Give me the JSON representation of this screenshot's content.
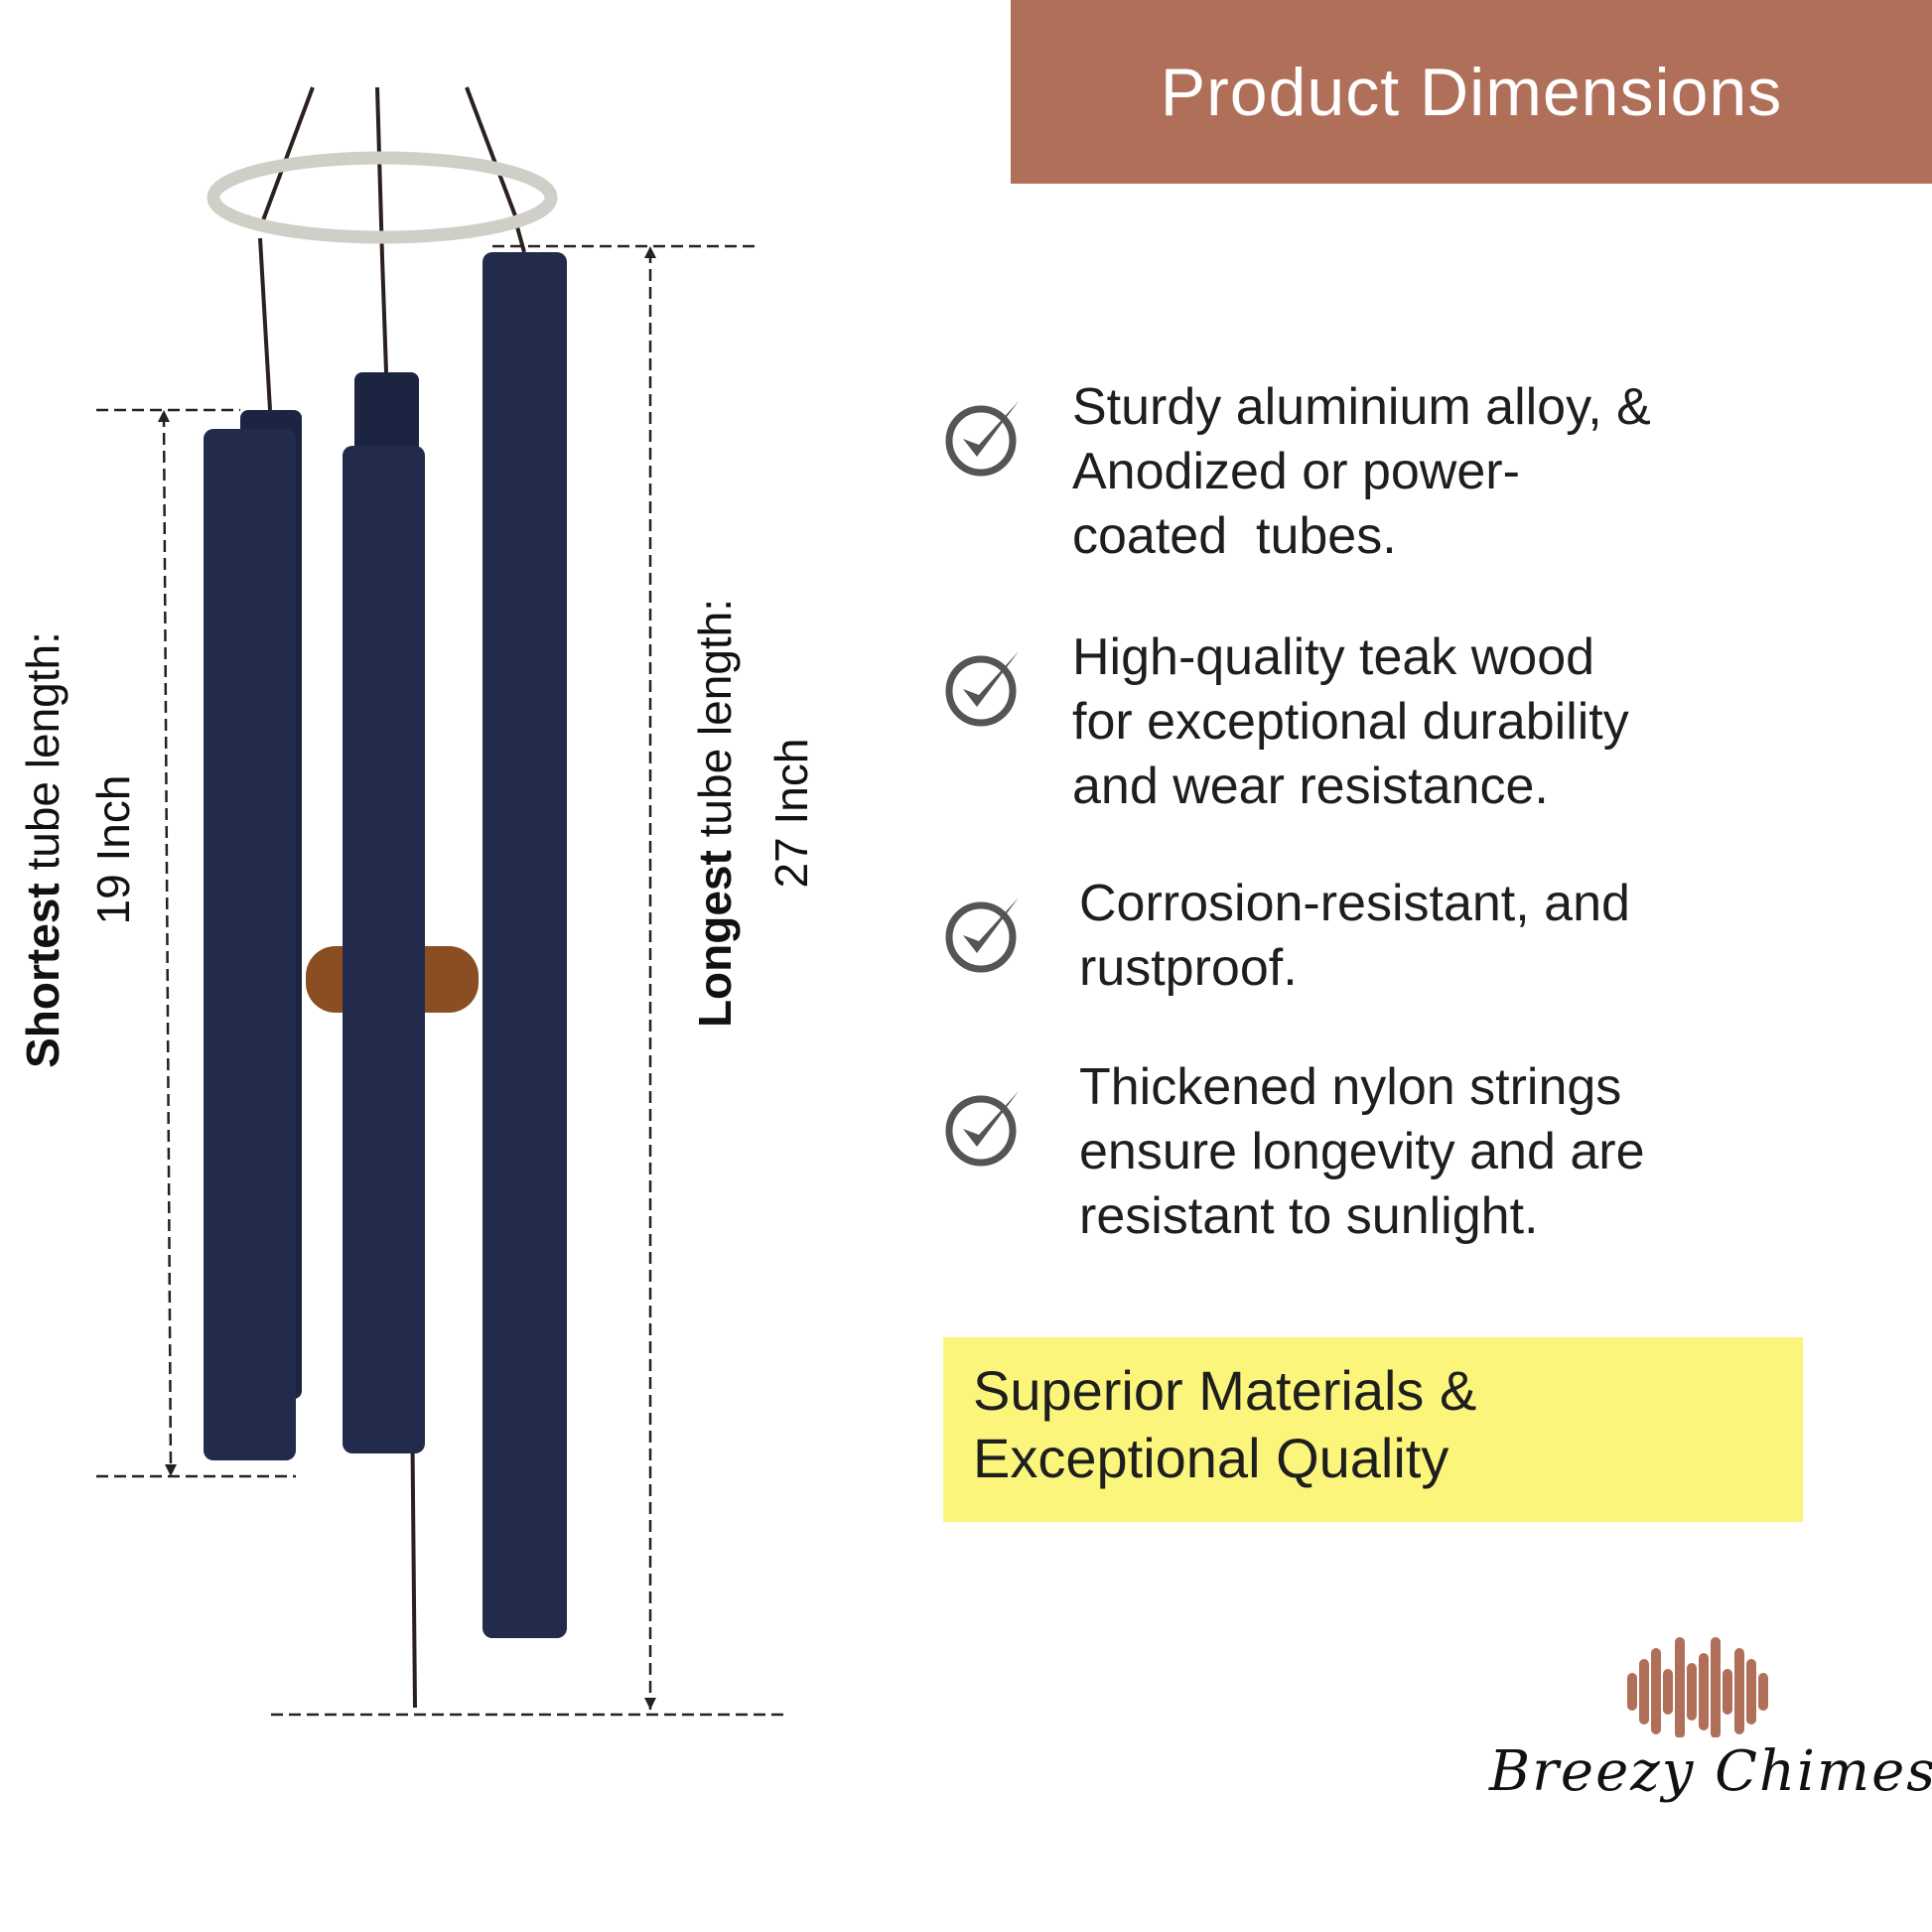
{
  "header": {
    "title": "Product Dimensions"
  },
  "features": [
    {
      "icon": "check-circle-icon",
      "text": "Sturdy aluminium alloy, &\nAnodized or power-\ncoated  tubes."
    },
    {
      "icon": "check-circle-icon",
      "text": "High-quality teak wood\nfor exceptional durability\nand wear resistance."
    },
    {
      "icon": "check-circle-icon",
      "text": "Corrosion-resistant, and\nrustproof."
    },
    {
      "icon": "check-circle-icon",
      "text": "Thickened nylon strings\nensure longevity and are\nresistant to sunlight."
    }
  ],
  "highlight": {
    "text": "Superior Materials &\nExceptional Quality",
    "color": "#fbf57c"
  },
  "dimensions": {
    "shortest": {
      "label_bold": "Shortest",
      "label_rest": " tube length:",
      "value": "19 Inch"
    },
    "longest": {
      "label_bold": "Longest",
      "label_rest": " tube length:",
      "value": "27 Inch"
    }
  },
  "brand": {
    "name": "Breezy Chimes",
    "accent": "#b06f59"
  },
  "colors": {
    "tube": "#1f2847",
    "header": "#b06f59"
  }
}
